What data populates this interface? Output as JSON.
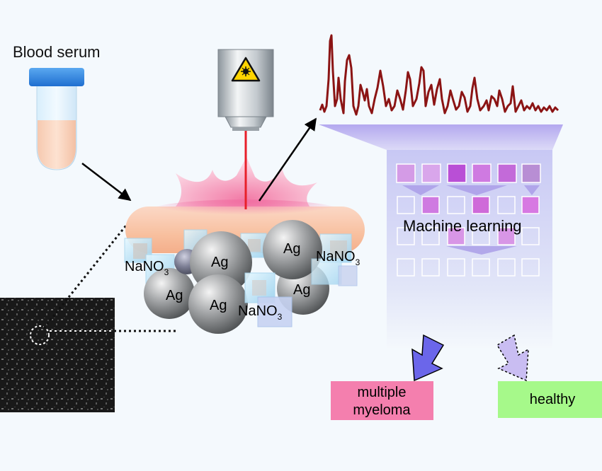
{
  "labels": {
    "blood_serum": "Blood serum",
    "machine_learning": "Machine learning",
    "ag": "Ag",
    "nano3_main": "NaNO",
    "nano3_sub": "3"
  },
  "outcomes": {
    "myeloma_line1": "multiple",
    "myeloma_line2": "myeloma",
    "healthy": "healthy"
  },
  "colors": {
    "spectrum": "#8b1414",
    "laser": "#e8202a",
    "myeloma_box": "#f47fae",
    "healthy_box": "#a6f98a",
    "arrow_myeloma": "#6b66ea",
    "arrow_healthy": "#c9bdf2"
  },
  "icons": {
    "laser_warning": "laser-warning-icon"
  }
}
